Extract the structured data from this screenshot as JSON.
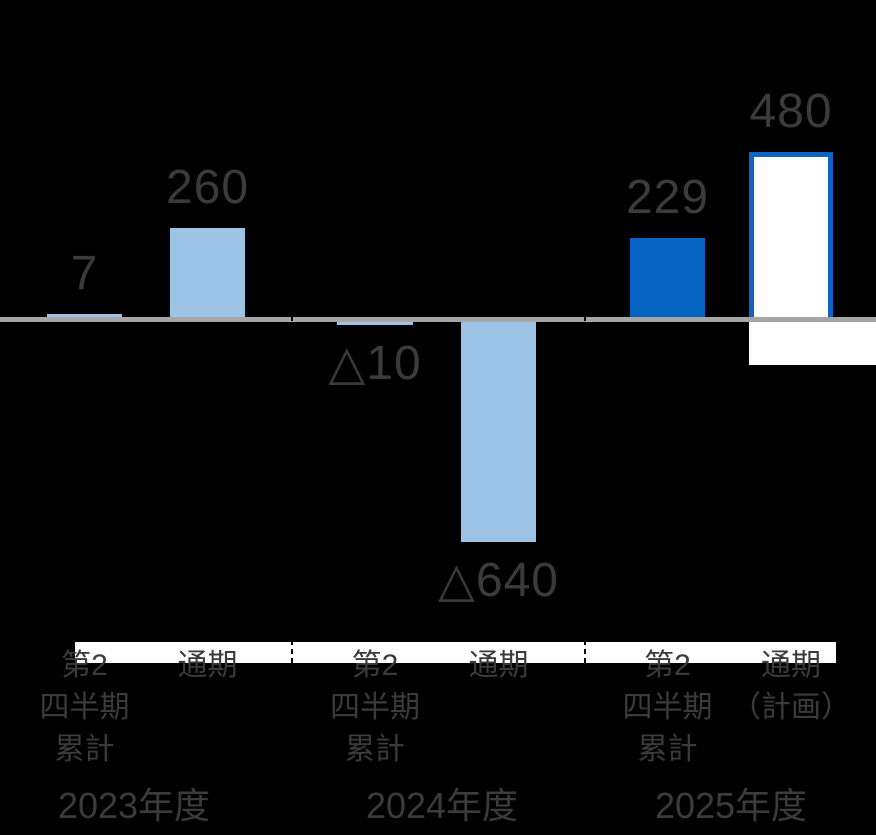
{
  "chart_data": {
    "type": "bar",
    "title": "",
    "axis": {
      "baseline": 0,
      "gridlines": false,
      "zero_line": true
    },
    "negative_marker": "△",
    "groups": [
      {
        "year_label": "2023年度",
        "bars": [
          {
            "category_lines": [
              "第2",
              "四半期",
              "累計"
            ],
            "value": 7,
            "value_label": "7",
            "style": "light"
          },
          {
            "category_lines": [
              "通期"
            ],
            "value": 260,
            "value_label": "260",
            "style": "light"
          }
        ]
      },
      {
        "year_label": "2024年度",
        "bars": [
          {
            "category_lines": [
              "第2",
              "四半期",
              "累計"
            ],
            "value": -10,
            "value_label": "△10",
            "style": "light"
          },
          {
            "category_lines": [
              "通期"
            ],
            "value": -640,
            "value_label": "△640",
            "style": "light"
          }
        ]
      },
      {
        "year_label": "2025年度",
        "bars": [
          {
            "category_lines": [
              "第2",
              "四半期",
              "累計"
            ],
            "value": 229,
            "value_label": "229",
            "style": "dark"
          },
          {
            "category_lines": [
              "通期",
              "（計画）"
            ],
            "value": 480,
            "value_label": "480",
            "style": "plan"
          }
        ]
      }
    ],
    "colors": {
      "light_bar": "#9DC3E6",
      "dark_bar": "#0563C1",
      "plan_bar_fill": "#FFFFFF",
      "plan_bar_border": "#0E63C4",
      "axis_line": "#A6A6A6",
      "label_text": "#3B3B3B",
      "band_fill": "#FFFFFF"
    }
  }
}
